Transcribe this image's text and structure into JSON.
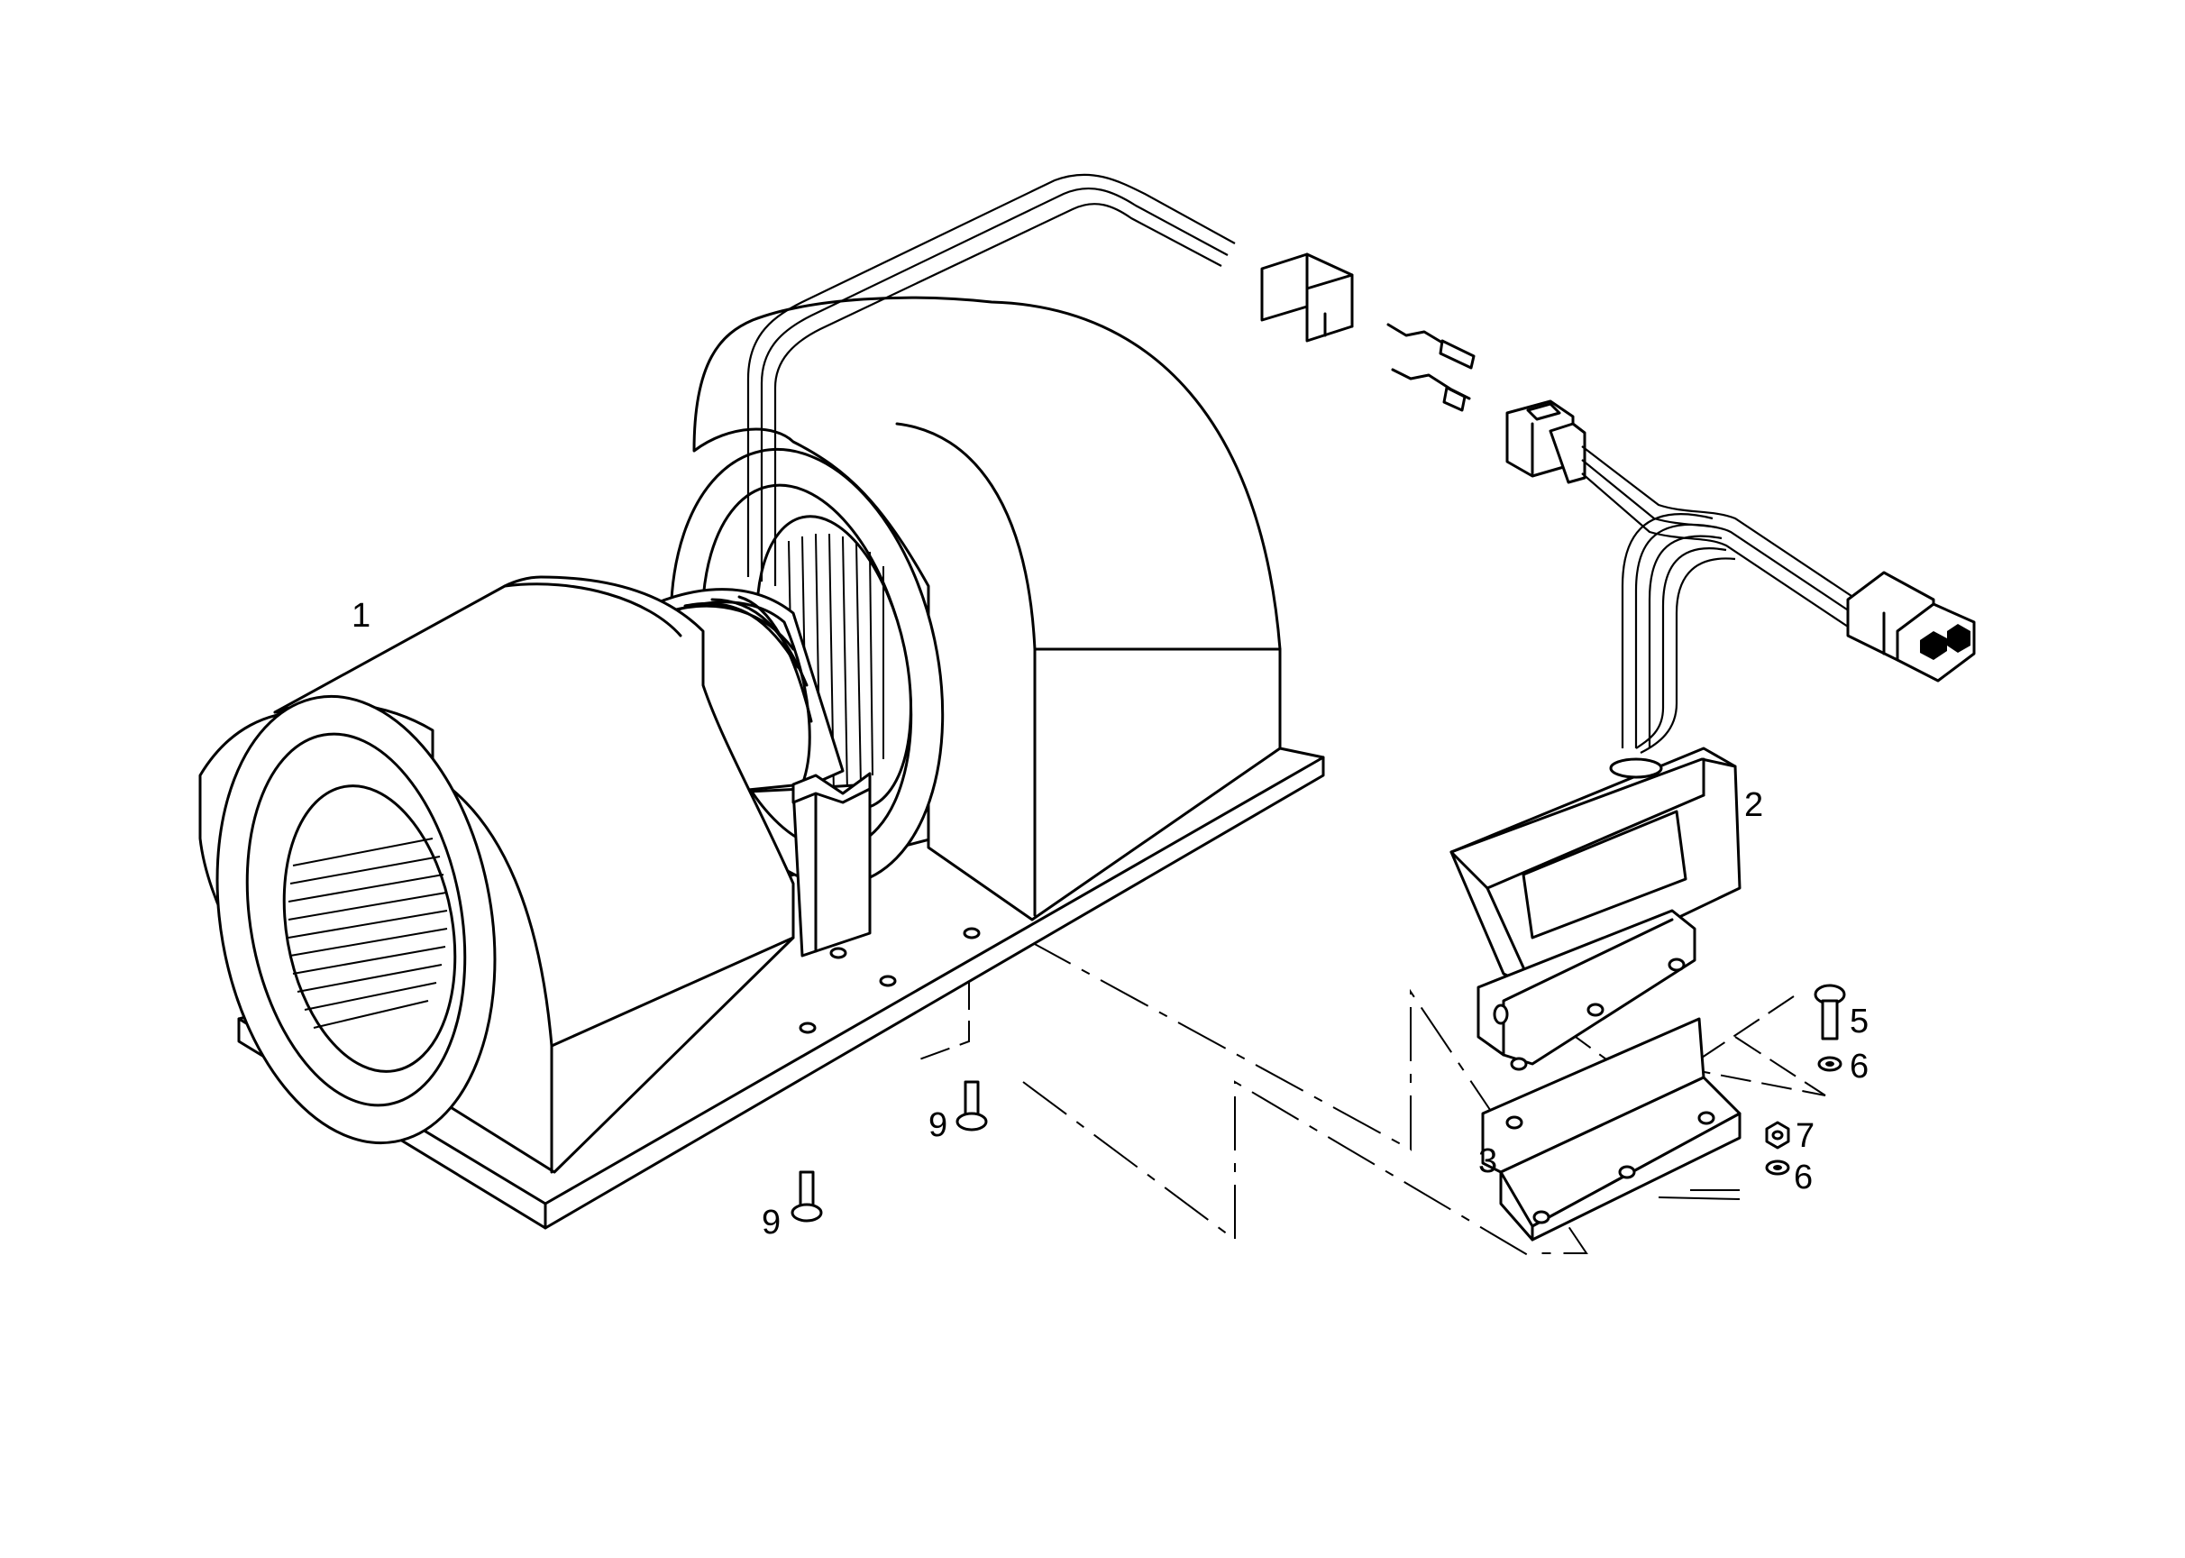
{
  "callouts": {
    "blower_assembly": "1",
    "resistor_assembly": "2",
    "mounting_bracket": "3",
    "screw": "5",
    "washer_upper": "6",
    "nut": "7",
    "washer_lower": "6",
    "bolt_front": "9",
    "bolt_rear": "9"
  }
}
